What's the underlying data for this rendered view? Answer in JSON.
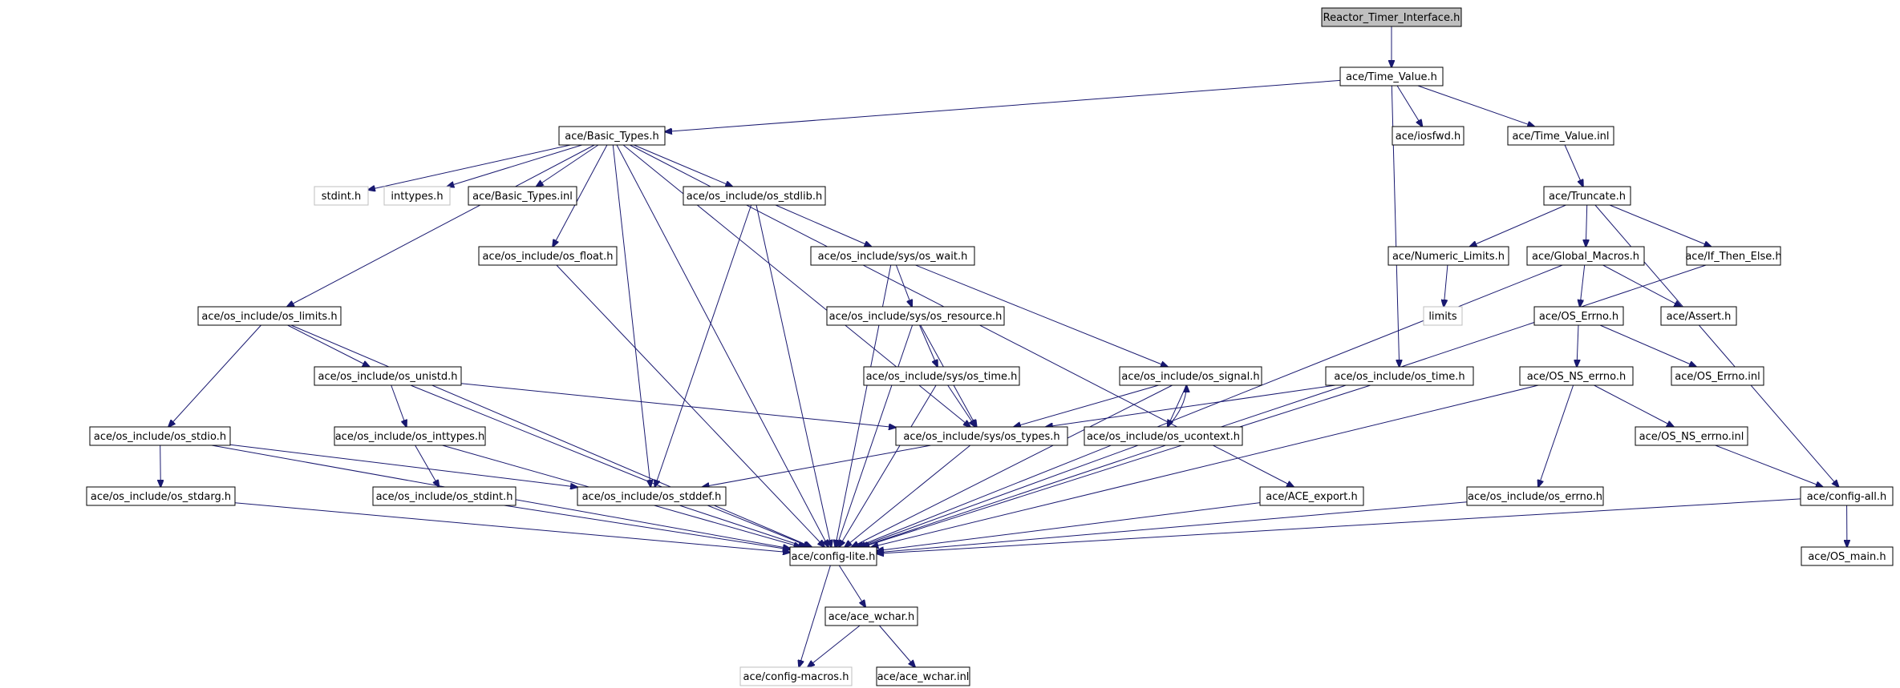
{
  "diagram": {
    "root": "Reactor_Timer_Interface.h",
    "colors": {
      "edge": "#191970",
      "node_border": "#000000",
      "missing_border": "#bfbfbf",
      "root_fill": "#bfbfbf"
    },
    "nodes": [
      {
        "id": "rti",
        "label": "Reactor_Timer_Interface.h",
        "kind": "root"
      },
      {
        "id": "tv",
        "label": "ace/Time_Value.h"
      },
      {
        "id": "bt",
        "label": "ace/Basic_Types.h"
      },
      {
        "id": "iosfwd",
        "label": "ace/iosfwd.h"
      },
      {
        "id": "tvinl",
        "label": "ace/Time_Value.inl"
      },
      {
        "id": "stdint",
        "label": "stdint.h",
        "kind": "missing"
      },
      {
        "id": "inttypes",
        "label": "inttypes.h",
        "kind": "missing"
      },
      {
        "id": "btinl",
        "label": "ace/Basic_Types.inl"
      },
      {
        "id": "stdlib",
        "label": "ace/os_include/os_stdlib.h"
      },
      {
        "id": "trunc",
        "label": "ace/Truncate.h"
      },
      {
        "id": "float",
        "label": "ace/os_include/os_float.h"
      },
      {
        "id": "wait",
        "label": "ace/os_include/sys/os_wait.h"
      },
      {
        "id": "numlim",
        "label": "ace/Numeric_Limits.h"
      },
      {
        "id": "glob",
        "label": "ace/Global_Macros.h"
      },
      {
        "id": "ite",
        "label": "ace/If_Then_Else.h"
      },
      {
        "id": "limitsh",
        "label": "ace/os_include/os_limits.h"
      },
      {
        "id": "res",
        "label": "ace/os_include/sys/os_resource.h"
      },
      {
        "id": "limits",
        "label": "limits",
        "kind": "missing"
      },
      {
        "id": "errno",
        "label": "ace/OS_Errno.h"
      },
      {
        "id": "assert",
        "label": "ace/Assert.h"
      },
      {
        "id": "unistd",
        "label": "ace/os_include/os_unistd.h"
      },
      {
        "id": "systime",
        "label": "ace/os_include/sys/os_time.h"
      },
      {
        "id": "signal",
        "label": "ace/os_include/os_signal.h"
      },
      {
        "id": "ostime",
        "label": "ace/os_include/os_time.h"
      },
      {
        "id": "nserrno",
        "label": "ace/OS_NS_errno.h"
      },
      {
        "id": "errnoinl",
        "label": "ace/OS_Errno.inl"
      },
      {
        "id": "stdio",
        "label": "ace/os_include/os_stdio.h"
      },
      {
        "id": "osinttypes",
        "label": "ace/os_include/os_inttypes.h"
      },
      {
        "id": "types",
        "label": "ace/os_include/sys/os_types.h"
      },
      {
        "id": "ucontext",
        "label": "ace/os_include/os_ucontext.h"
      },
      {
        "id": "nserrnoinl",
        "label": "ace/OS_NS_errno.inl"
      },
      {
        "id": "stdarg",
        "label": "ace/os_include/os_stdarg.h"
      },
      {
        "id": "osstdint",
        "label": "ace/os_include/os_stdint.h"
      },
      {
        "id": "stddef",
        "label": "ace/os_include/os_stddef.h"
      },
      {
        "id": "export",
        "label": "ace/ACE_export.h"
      },
      {
        "id": "oserrno",
        "label": "ace/os_include/os_errno.h"
      },
      {
        "id": "configall",
        "label": "ace/config-all.h"
      },
      {
        "id": "configlite",
        "label": "ace/config-lite.h"
      },
      {
        "id": "osmain",
        "label": "ace/OS_main.h"
      },
      {
        "id": "wchar",
        "label": "ace/ace_wchar.h"
      },
      {
        "id": "macros",
        "label": "ace/config-macros.h",
        "kind": "missing"
      },
      {
        "id": "wcharinl",
        "label": "ace/ace_wchar.inl"
      }
    ],
    "edges": [
      [
        "rti",
        "tv"
      ],
      [
        "tv",
        "bt"
      ],
      [
        "tv",
        "iosfwd"
      ],
      [
        "tv",
        "tvinl"
      ],
      [
        "tv",
        "ostime"
      ],
      [
        "bt",
        "stdint"
      ],
      [
        "bt",
        "inttypes"
      ],
      [
        "bt",
        "btinl"
      ],
      [
        "bt",
        "stdlib"
      ],
      [
        "bt",
        "float"
      ],
      [
        "bt",
        "limitsh"
      ],
      [
        "bt",
        "configlite"
      ],
      [
        "bt",
        "stddef"
      ],
      [
        "bt",
        "types"
      ],
      [
        "bt",
        "export"
      ],
      [
        "tvinl",
        "trunc"
      ],
      [
        "trunc",
        "numlim"
      ],
      [
        "trunc",
        "glob"
      ],
      [
        "trunc",
        "ite"
      ],
      [
        "trunc",
        "configall"
      ],
      [
        "numlim",
        "limits"
      ],
      [
        "glob",
        "errno"
      ],
      [
        "glob",
        "assert"
      ],
      [
        "glob",
        "configlite"
      ],
      [
        "errno",
        "nserrno"
      ],
      [
        "errno",
        "errnoinl"
      ],
      [
        "nserrno",
        "oserrno"
      ],
      [
        "nserrno",
        "nserrnoinl"
      ],
      [
        "nserrno",
        "configlite"
      ],
      [
        "nserrnoinl",
        "configall"
      ],
      [
        "oserrno",
        "configlite"
      ],
      [
        "configall",
        "configlite"
      ],
      [
        "configall",
        "osmain"
      ],
      [
        "ite",
        "configlite"
      ],
      [
        "stdlib",
        "wait"
      ],
      [
        "stdlib",
        "stddef"
      ],
      [
        "stdlib",
        "configlite"
      ],
      [
        "float",
        "configlite"
      ],
      [
        "wait",
        "res"
      ],
      [
        "wait",
        "signal"
      ],
      [
        "wait",
        "configlite"
      ],
      [
        "res",
        "systime"
      ],
      [
        "res",
        "types"
      ],
      [
        "res",
        "configlite"
      ],
      [
        "systime",
        "types"
      ],
      [
        "systime",
        "configlite"
      ],
      [
        "signal",
        "types"
      ],
      [
        "signal",
        "ucontext"
      ],
      [
        "signal",
        "configlite"
      ],
      [
        "ucontext",
        "signal"
      ],
      [
        "ucontext",
        "configlite"
      ],
      [
        "limitsh",
        "unistd"
      ],
      [
        "limitsh",
        "stdio"
      ],
      [
        "limitsh",
        "configlite"
      ],
      [
        "unistd",
        "osinttypes"
      ],
      [
        "unistd",
        "types"
      ],
      [
        "unistd",
        "configlite"
      ],
      [
        "osinttypes",
        "osstdint"
      ],
      [
        "osinttypes",
        "configlite"
      ],
      [
        "osstdint",
        "configlite"
      ],
      [
        "stdio",
        "stdarg"
      ],
      [
        "stdio",
        "stddef"
      ],
      [
        "stdio",
        "configlite"
      ],
      [
        "stdarg",
        "configlite"
      ],
      [
        "types",
        "stddef"
      ],
      [
        "types",
        "configlite"
      ],
      [
        "stddef",
        "configlite"
      ],
      [
        "ostime",
        "types"
      ],
      [
        "ostime",
        "configlite"
      ],
      [
        "export",
        "configlite"
      ],
      [
        "configlite",
        "wchar"
      ],
      [
        "configlite",
        "macros"
      ],
      [
        "wchar",
        "macros"
      ],
      [
        "wchar",
        "wcharinl"
      ]
    ]
  }
}
